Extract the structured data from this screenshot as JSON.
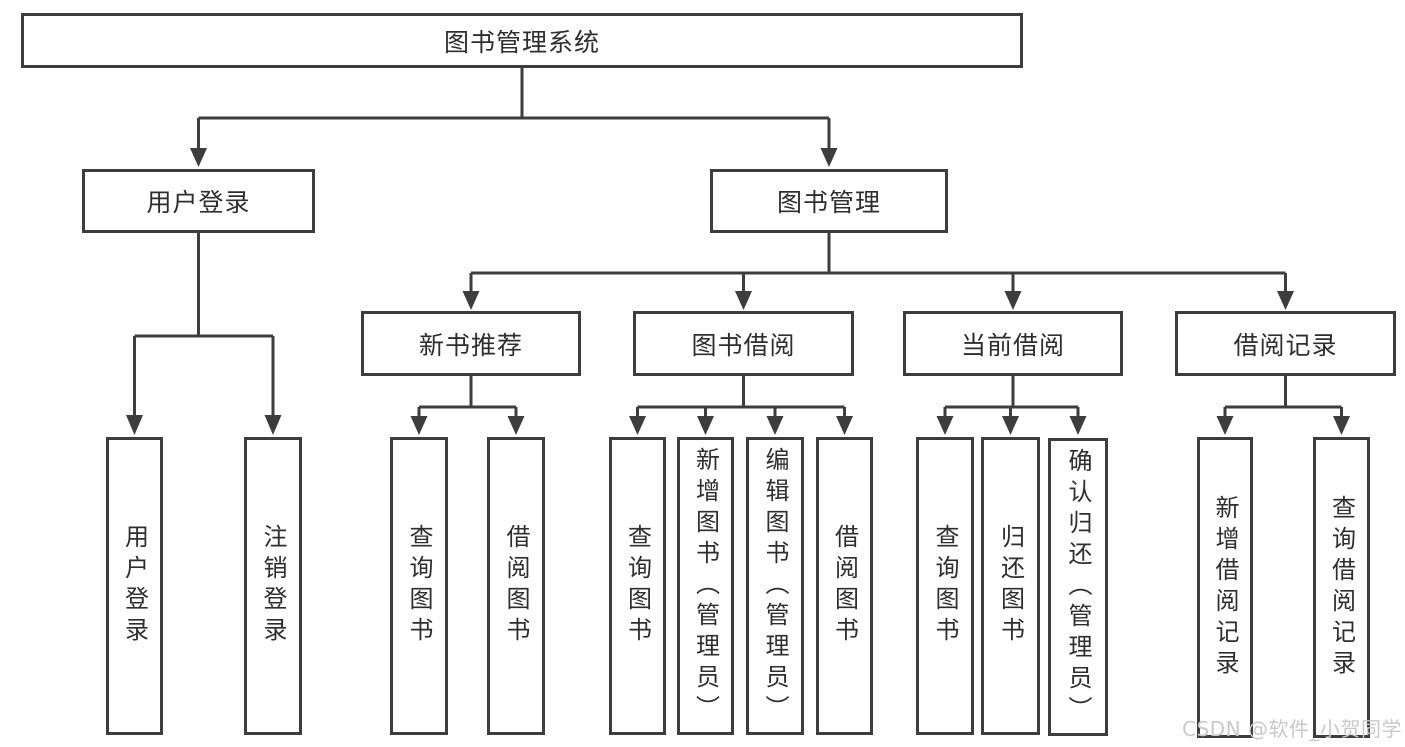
{
  "diagram": {
    "type": "hierarchy-tree",
    "colors": {
      "line": "#3d3d3d",
      "box_border": "#3d3d3d",
      "text": "#2e2e2e",
      "background": "#ffffff",
      "watermark_text": "#c9c9c9"
    },
    "root": {
      "label": "图书管理系统"
    },
    "branches": [
      {
        "label": "用户登录",
        "children": [
          "用户登录",
          "注销登录"
        ]
      },
      {
        "label": "图书管理",
        "children": [
          {
            "label": "新书推荐",
            "children": [
              "查询图书",
              "借阅图书"
            ]
          },
          {
            "label": "图书借阅",
            "children": [
              "查询图书",
              "新增图书（管理员）",
              "编辑图书（管理员）",
              "借阅图书"
            ]
          },
          {
            "label": "当前借阅",
            "children": [
              "查询图书",
              "归还图书",
              "确认归还（管理员）"
            ]
          },
          {
            "label": "借阅记录",
            "children": [
              "新增借阅记录",
              "查询借阅记录"
            ]
          }
        ]
      }
    ],
    "watermark": "CSDN @软件_小贺同学"
  }
}
